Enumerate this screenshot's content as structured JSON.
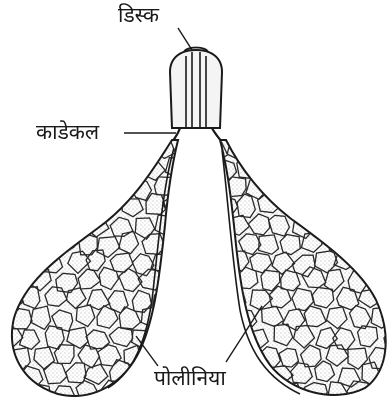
{
  "labels": {
    "disc": "डिस्क",
    "caudicle": "काडेकल",
    "pollinia": "पोलीनिया"
  },
  "colors": {
    "ink": "#1a1a1a",
    "paper": "#ffffff",
    "stipple": "#9a9a9a"
  }
}
